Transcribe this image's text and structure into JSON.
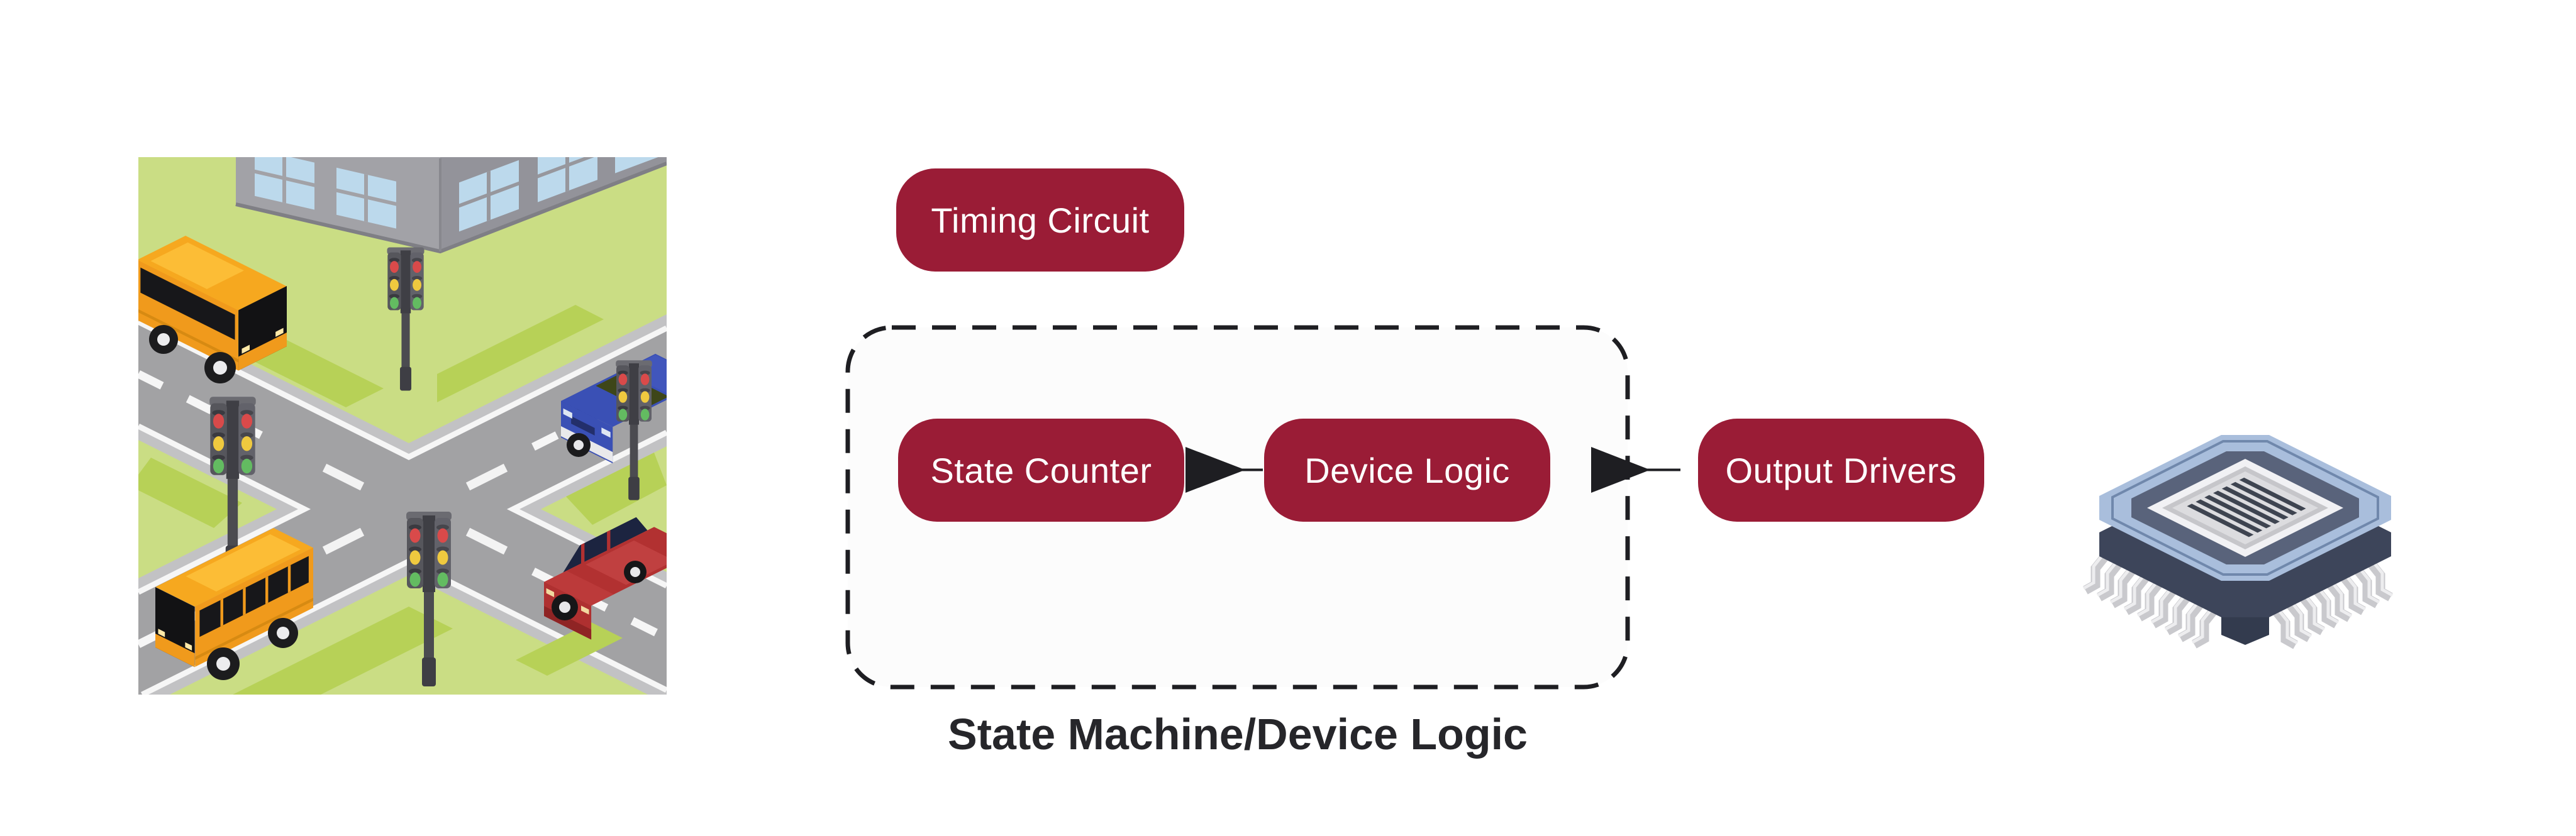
{
  "page": {
    "background": "#FFFFFF",
    "kind": "concept-diagram-figure"
  },
  "flow": {
    "timing_pill": {
      "label": "Timing Circuit"
    },
    "group": {
      "caption": "State Machine/Device Logic",
      "nodes": [
        {
          "label": "State Counter"
        },
        {
          "label": "Device Logic"
        }
      ]
    },
    "output_pill": {
      "label": "Output Drivers"
    },
    "colors": {
      "pill_bg": "#9A1C36",
      "pill_text": "#FFFFFF",
      "arrow": "#1E1E22",
      "dashed_border": "#1E1E22",
      "caption_text": "#26262A"
    }
  },
  "illustrations": {
    "left": {
      "name": "traffic-intersection-isometric",
      "description": "isometric crossroads with building, four traffic lights, two orange buses, blue car, red car"
    },
    "right": {
      "name": "microchip-isometric",
      "description": "isometric blue microchip package with pins and striped die"
    }
  }
}
